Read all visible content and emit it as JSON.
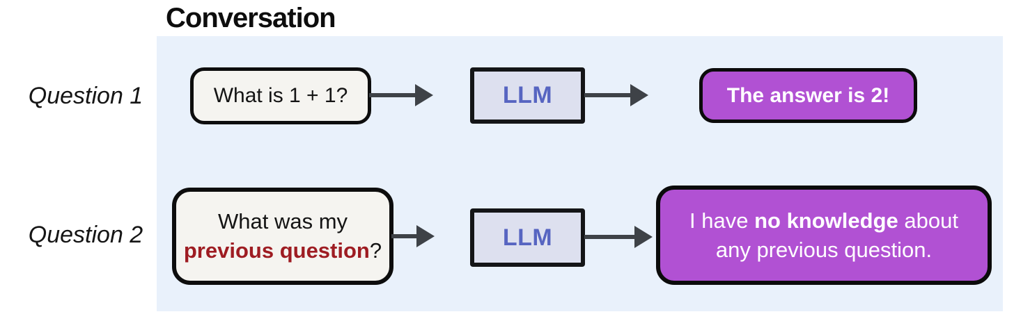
{
  "title": "Conversation",
  "colors": {
    "panel_bg": "#e9f1fb",
    "question_box_bg": "#f5f4f0",
    "llm_box_bg": "#dde0ef",
    "llm_text": "#5765c1",
    "answer_box_bg": "#b151d3",
    "answer_text": "#ffffff",
    "highlight_red": "#9e1c22",
    "arrow": "#3e4247",
    "border": "#0d0d0d"
  },
  "rows": [
    {
      "label": "Question 1",
      "question": {
        "text": "What is 1 + 1?"
      },
      "llm_label": "LLM",
      "answer": {
        "text": "The answer is 2!"
      }
    },
    {
      "label": "Question 2",
      "question": {
        "line1": "What was my",
        "highlight": "previous question",
        "suffix": "?"
      },
      "llm_label": "LLM",
      "answer": {
        "prefix": "I have ",
        "bold": "no knowledge",
        "middle": " about",
        "line2": "any previous question."
      }
    }
  ]
}
